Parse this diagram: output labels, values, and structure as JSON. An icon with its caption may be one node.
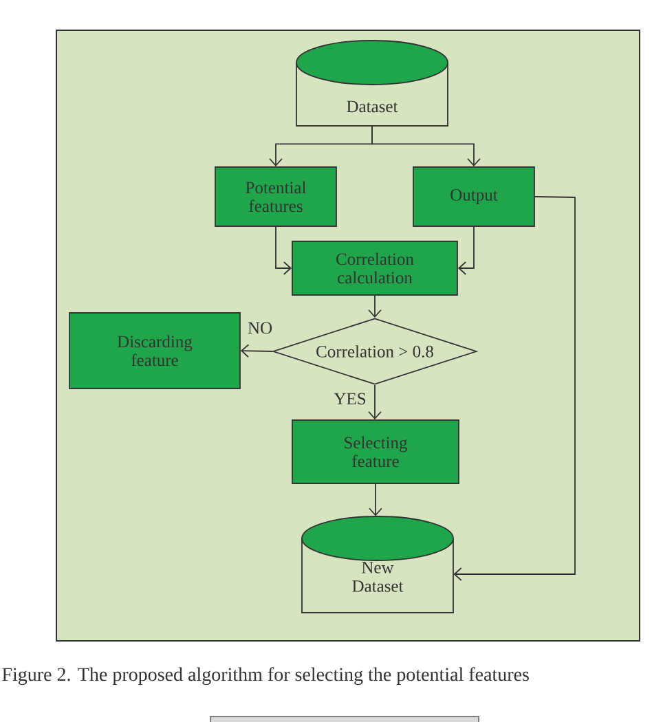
{
  "diagram": {
    "caption": "Figure 2.   The proposed algorithm for selecting the potential features",
    "nodes": [
      {
        "text": [],
        "shape": "box"
      },
      {
        "text": [
          "Dataset"
        ],
        "in": 0
      },
      {
        "text": [
          "Potential features"
        ],
        "in": 0
      },
      {
        "text": [
          "Output"
        ],
        "in": 0
      },
      {
        "text": [
          "Correlation calculation"
        ],
        "in": 0
      },
      {
        "text": [
          "Discarding feature"
        ],
        "in": 0
      },
      {
        "text": [
          "Correlation > 0.8"
        ],
        "in": 0
      },
      {
        "text": [
          "Selecting feature"
        ],
        "in": 0
      },
      {
        "text": [
          "New Dataset"
        ],
        "in": 0
      }
    ],
    "edges": [
      {
        "from": 1,
        "to": 2,
        "arrow": "to"
      },
      {
        "from": 1,
        "to": 3,
        "arrow": "to"
      },
      {
        "from": 2,
        "to": 4,
        "arrow": "to"
      },
      {
        "from": 3,
        "to": 4,
        "arrow": "to"
      },
      {
        "from": 4,
        "to": 6,
        "arrow": "to"
      },
      {
        "from": 6,
        "to": 5,
        "arrow": "to",
        "label": "NO"
      },
      {
        "from": 6,
        "to": 7,
        "arrow": "to",
        "label": "YES"
      },
      {
        "from": 7,
        "to": 8,
        "arrow": "to"
      },
      {
        "from": 3,
        "to": 8,
        "arrow": "to"
      }
    ]
  }
}
